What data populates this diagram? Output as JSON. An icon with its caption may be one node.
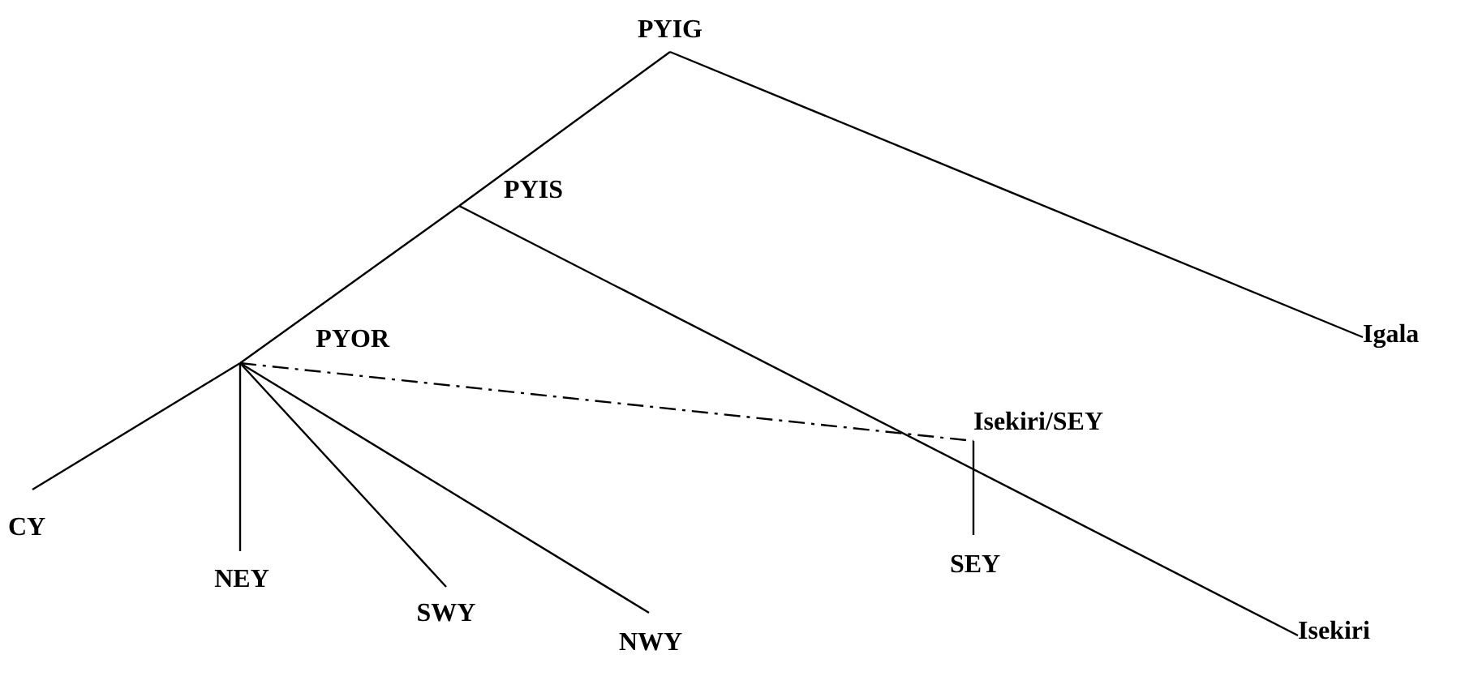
{
  "diagram": {
    "nodes": [
      {
        "text": [
          "PYIG"
        ]
      },
      {
        "text": [
          "PYIS"
        ]
      },
      {
        "text": [
          "PYOR"
        ]
      },
      {
        "text": [
          "CY"
        ]
      },
      {
        "text": [
          "NEY"
        ]
      },
      {
        "text": [
          "SWY"
        ]
      },
      {
        "text": [
          "NWY"
        ]
      },
      {
        "text": [
          "Isekiri/SEY"
        ]
      },
      {
        "text": [
          "SEY"
        ]
      },
      {
        "text": [
          "Isekiri"
        ]
      },
      {
        "text": [
          "Igala"
        ]
      }
    ],
    "edges": [
      {
        "from": 0,
        "to": 1,
        "arrow": "none"
      },
      {
        "from": 1,
        "to": 2,
        "arrow": "none"
      },
      {
        "from": 2,
        "to": 3,
        "arrow": "none"
      },
      {
        "from": 0,
        "to": 10,
        "arrow": "none"
      },
      {
        "from": 1,
        "to": 9,
        "arrow": "none"
      },
      {
        "from": 2,
        "to": 4,
        "arrow": "none"
      },
      {
        "from": 2,
        "to": 5,
        "arrow": "none"
      },
      {
        "from": 2,
        "to": 6,
        "arrow": "none"
      },
      {
        "from": 2,
        "to": 7,
        "arrow": "none",
        "style": "dashed"
      },
      {
        "from": 7,
        "to": 8,
        "arrow": "none"
      }
    ]
  }
}
